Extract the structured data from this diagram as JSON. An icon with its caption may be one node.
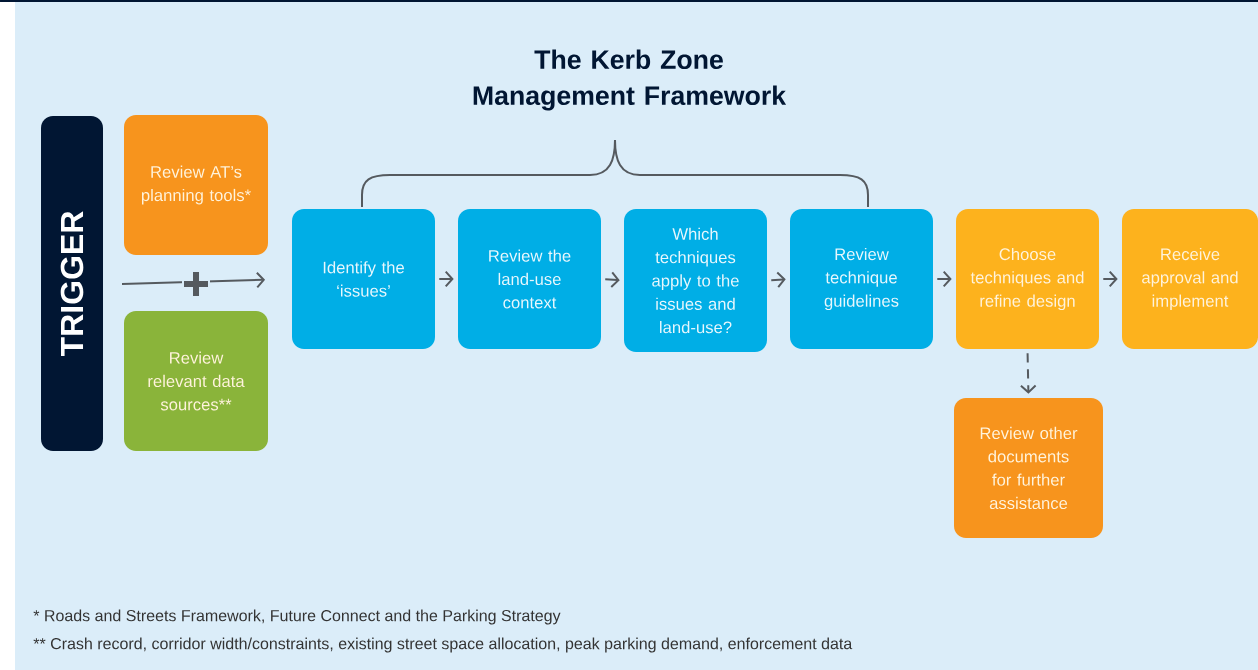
{
  "diagram": {
    "title": "The Kerb Zone Management Framework",
    "nodes": [
      {
        "text": [
          "TRIGGER"
        ]
      },
      {
        "text": [
          "Review AT’s planning tools*"
        ]
      },
      {
        "text": [
          "Review relevant data sources**"
        ]
      },
      {
        "text": [
          "Identify the ‘issues’"
        ]
      },
      {
        "text": [
          "Review the land-use context"
        ]
      },
      {
        "text": [
          "Which techniques apply to the issues and land-use?"
        ]
      },
      {
        "text": [
          "Review technique guidelines"
        ]
      },
      {
        "text": [
          "Choose techniques and refine design"
        ]
      },
      {
        "text": [
          "Receive approval and implement"
        ]
      },
      {
        "text": [
          "Review other documents for further assistance"
        ]
      }
    ],
    "edges": [
      {
        "from": null,
        "to": 3,
        "arrow": "to"
      },
      {
        "from": 3,
        "to": 4,
        "arrow": "to"
      },
      {
        "from": 4,
        "to": 5,
        "arrow": "to"
      },
      {
        "from": 5,
        "to": 6,
        "arrow": "to"
      },
      {
        "from": 6,
        "to": 7,
        "arrow": "to"
      },
      {
        "from": 7,
        "to": 8,
        "arrow": "to"
      },
      {
        "from": 7,
        "to": 9,
        "arrow": "to",
        "style": "dashed"
      }
    ],
    "labels": [
      "* Roads and Streets Framework, Future Connect and the Parking Strategy",
      "** Crash record, corridor width/constraints, existing street space allocation, peak parking demand, enforcement data"
    ]
  }
}
